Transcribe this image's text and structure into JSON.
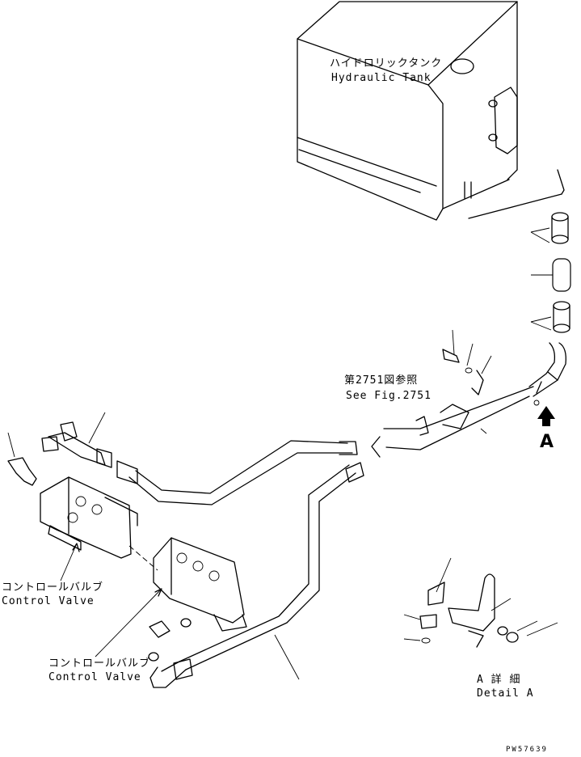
{
  "labels": {
    "hydraulic_tank_jp": "ハイドロリックタンク",
    "hydraulic_tank_en": "Hydraulic Tank",
    "see_fig_jp": "第2751図参照",
    "see_fig_en": "See Fig.2751",
    "view_marker": "A",
    "control_valve_jp_1": "コントロールバルブ",
    "control_valve_en_1": "Control Valve",
    "control_valve_jp_2": "コントロールバルブ",
    "control_valve_en_2": "Control Valve",
    "detail_jp": "A 詳 細",
    "detail_en": "Detail A",
    "drawing_number": "PW57639"
  },
  "colors": {
    "line": "#000000",
    "background": "#ffffff"
  }
}
